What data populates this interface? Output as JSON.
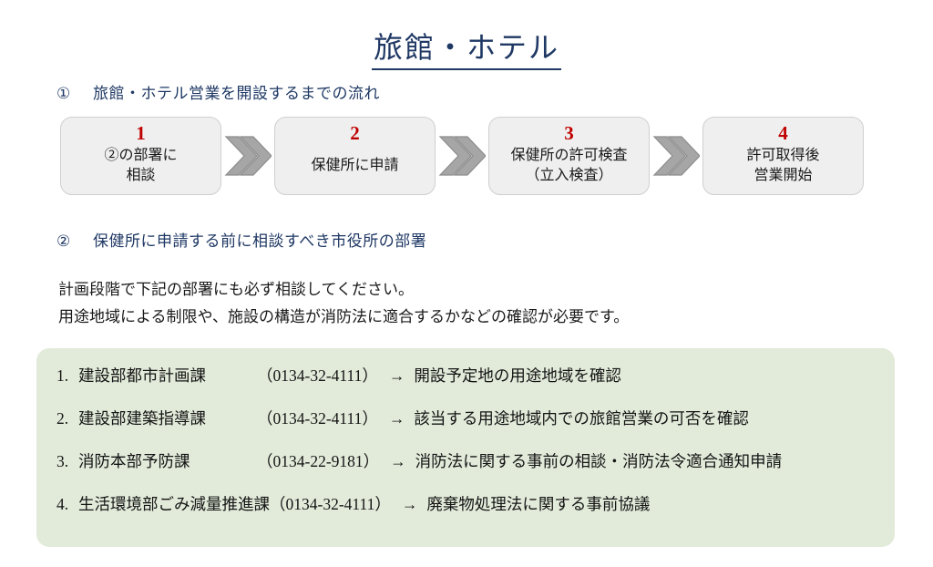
{
  "document": {
    "title": "旅館・ホテル"
  },
  "section1": {
    "marker": "①",
    "heading": "旅館・ホテル営業を開設するまでの流れ",
    "arrow_icon": "double-chevron-right-icon",
    "steps": [
      {
        "number": "1",
        "lines": [
          "②の部署に",
          "相談"
        ]
      },
      {
        "number": "2",
        "lines": [
          "保健所に申請"
        ]
      },
      {
        "number": "3",
        "lines": [
          "保健所の許可検査",
          "（立入検査）"
        ]
      },
      {
        "number": "4",
        "lines": [
          "許可取得後",
          "営業開始"
        ]
      }
    ]
  },
  "section2": {
    "marker": "②",
    "heading": "保健所に申請する前に相談すべき市役所の部署",
    "intro_lines": [
      "計画段階で下記の部署にも必ず相談してください。",
      "用途地域による制限や、施設の構造が消防法に適合するかなどの確認が必要です。"
    ],
    "departments": [
      {
        "index": "1.",
        "name": "建設部都市計画課",
        "phone": "（0134-32-4111）",
        "arrow": "→",
        "description": "開設予定地の用途地域を確認"
      },
      {
        "index": "2.",
        "name": "建設部建築指導課",
        "phone": "（0134-32-4111）",
        "arrow": "→",
        "description": "該当する用途地域内での旅館営業の可否を確認"
      },
      {
        "index": "3.",
        "name": "消防本部予防課",
        "phone": "（0134-22-9181）",
        "arrow": "→",
        "description": "消防法に関する事前の相談・消防法令適合通知申請"
      },
      {
        "index": "4.",
        "name": "生活環境部ごみ減量推進課",
        "phone": "（0134-32-4111）",
        "arrow": "→",
        "description": "廃棄物処理法に関する事前協議"
      }
    ]
  },
  "colors": {
    "title_navy": "#1f3864",
    "step_number_red": "#c00000",
    "flow_box_fill": "#efefef",
    "arrow_gray": "#a6a6a6",
    "panel_green": "#e2ebda"
  }
}
